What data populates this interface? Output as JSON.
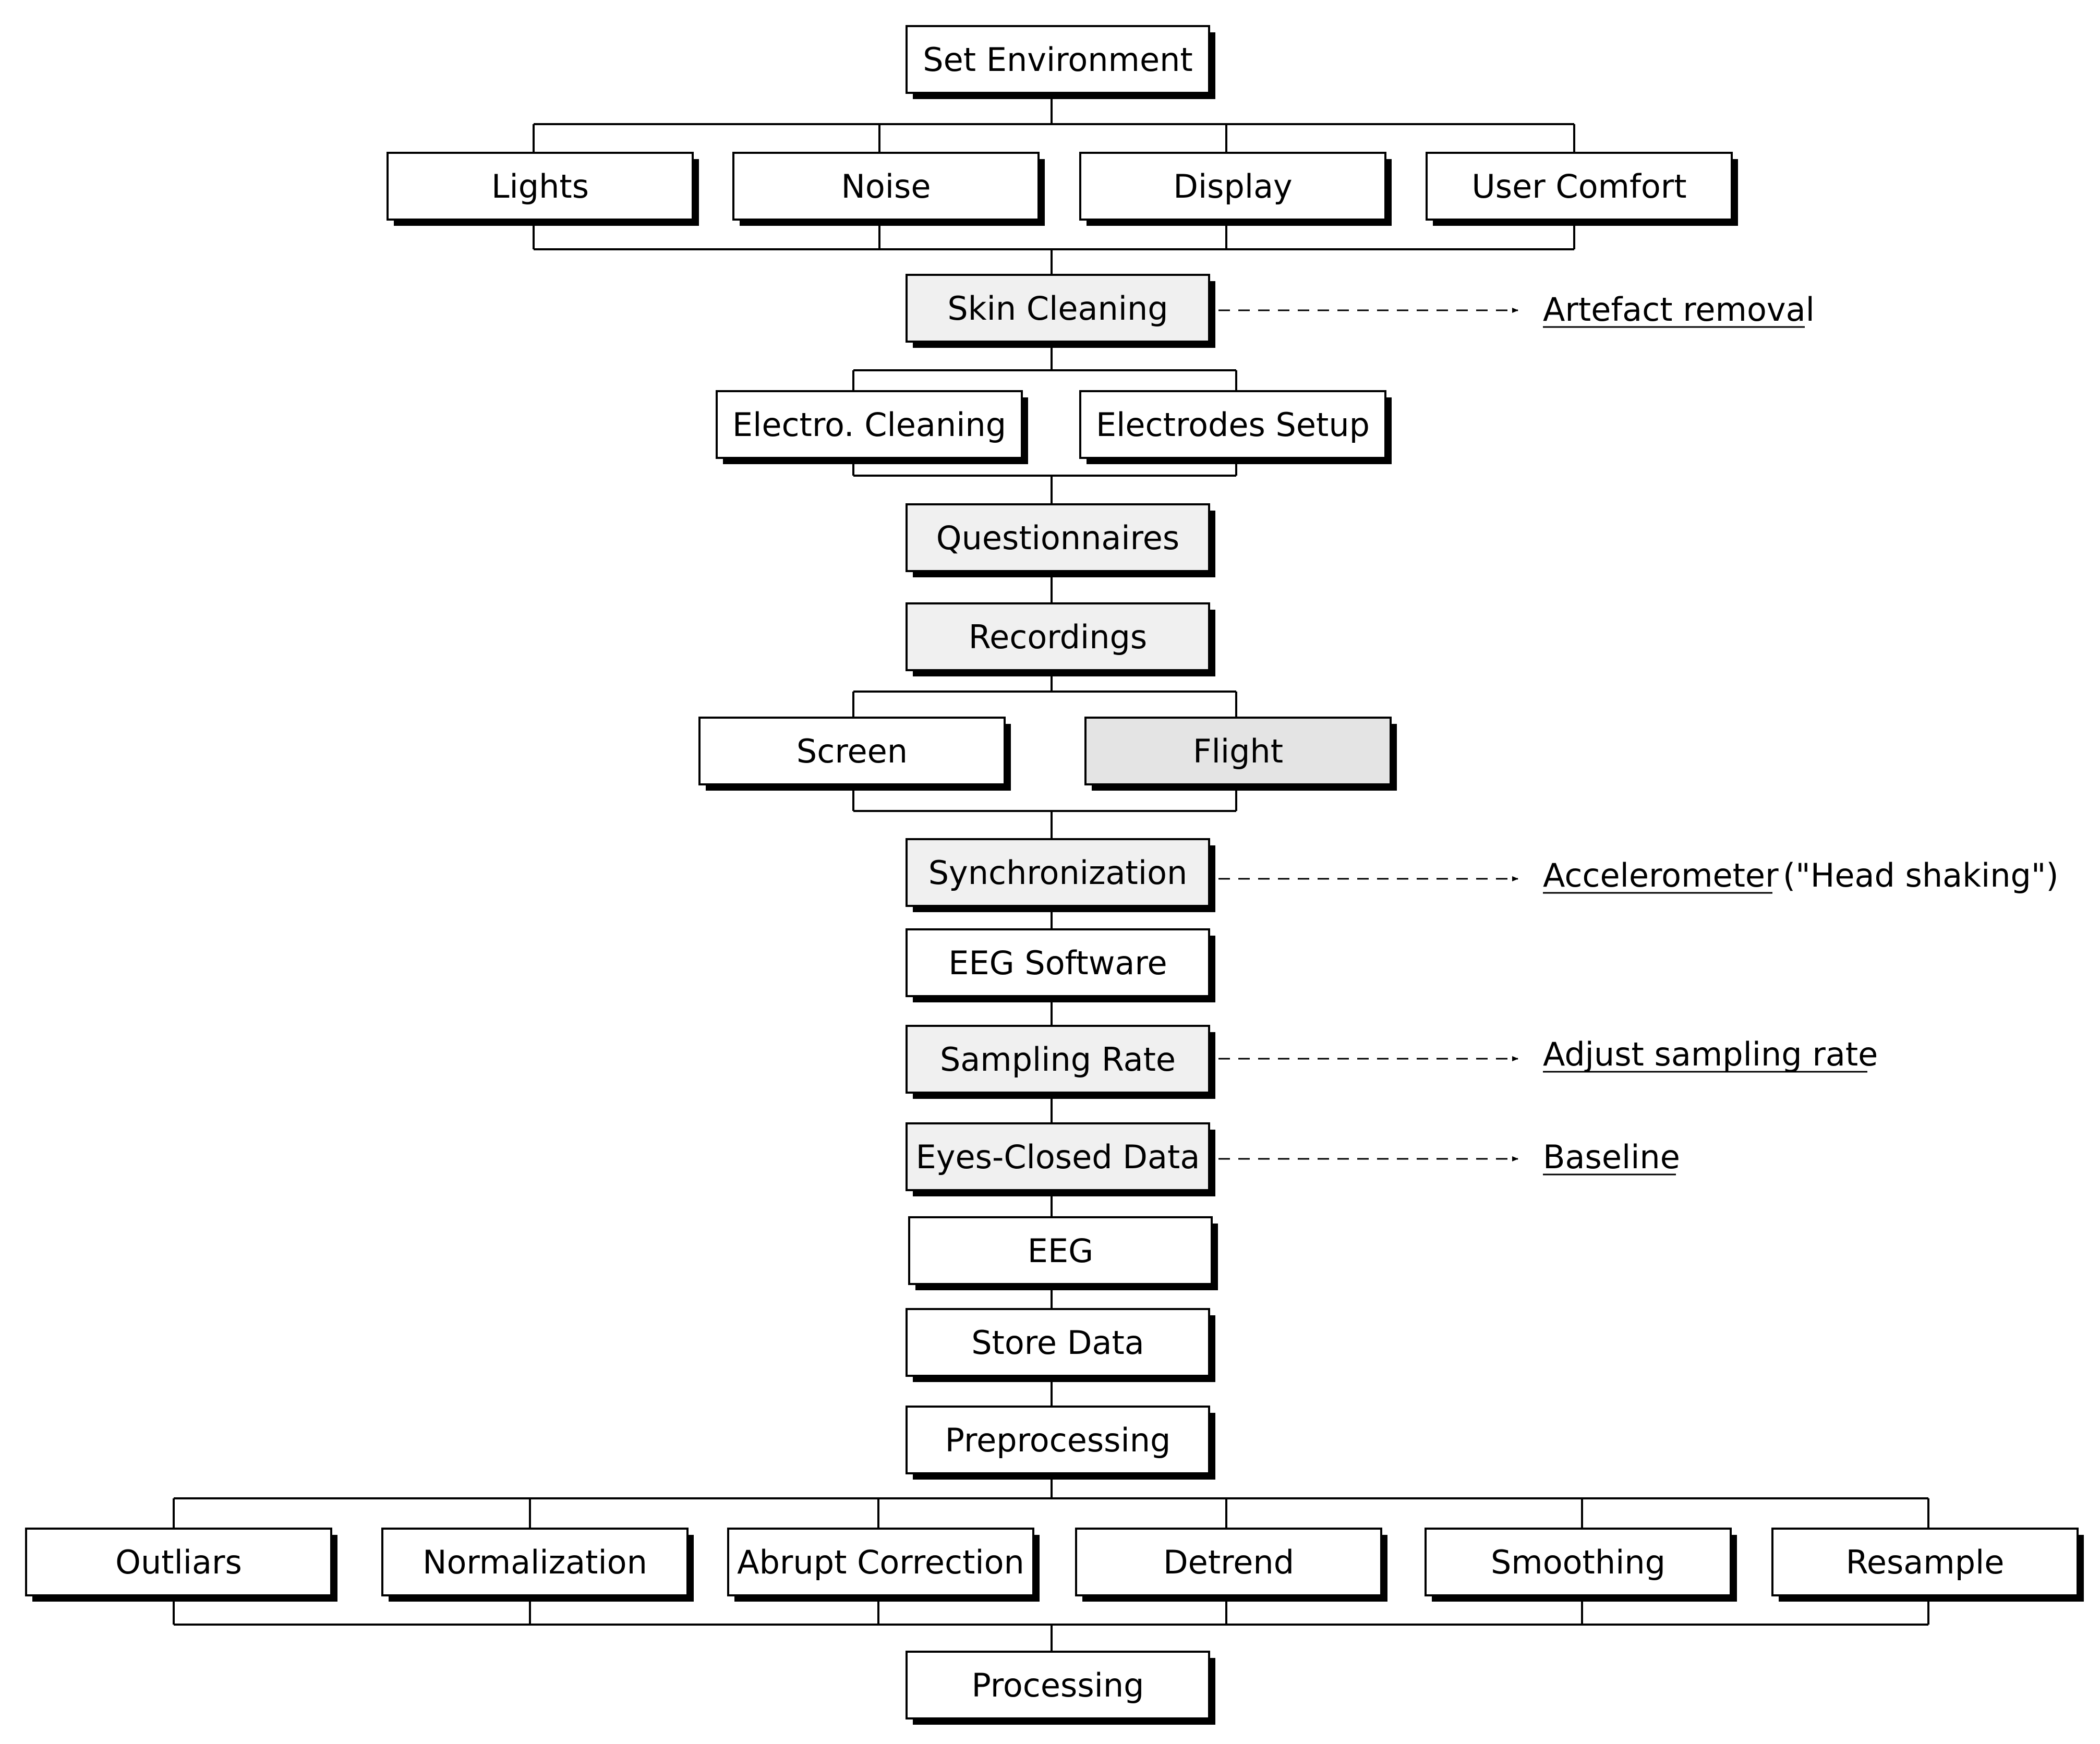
{
  "nodes": {
    "set_environment": "Set Environment",
    "lights": "Lights",
    "noise": "Noise",
    "display": "Display",
    "user_comfort": "User Comfort",
    "skin_cleaning": "Skin Cleaning",
    "electro_cleaning": "Electro. Cleaning",
    "electrodes_setup": "Electrodes Setup",
    "questionnaires": "Questionnaires",
    "recordings": "Recordings",
    "screen": "Screen",
    "flight": "Flight",
    "synchronization": "Synchronization",
    "eeg_software": "EEG Software",
    "sampling_rate": "Sampling Rate",
    "eyes_closed_data": "Eyes-Closed Data",
    "eeg": "EEG",
    "store_data": "Store Data",
    "preprocessing": "Preprocessing",
    "outliars": "Outliars",
    "normalization": "Normalization",
    "abrupt_correction": "Abrupt Correction",
    "detrend": "Detrend",
    "smoothing": "Smoothing",
    "resample": "Resample",
    "processing": "Processing"
  },
  "annotations": {
    "artefact_removal": "Artefact removal",
    "accelerometer": "Accelerometer",
    "head_shaking": "(\"Head shaking\")",
    "adjust_sampling_rate": "Adjust sampling rate",
    "baseline": "Baseline"
  },
  "colors": {
    "box_fill_white": "#ffffff",
    "box_fill_gray": "#f0f0f0",
    "box_fill_dark_gray": "#e4e4e4",
    "stroke": "#000000",
    "shadow": "#000000"
  }
}
